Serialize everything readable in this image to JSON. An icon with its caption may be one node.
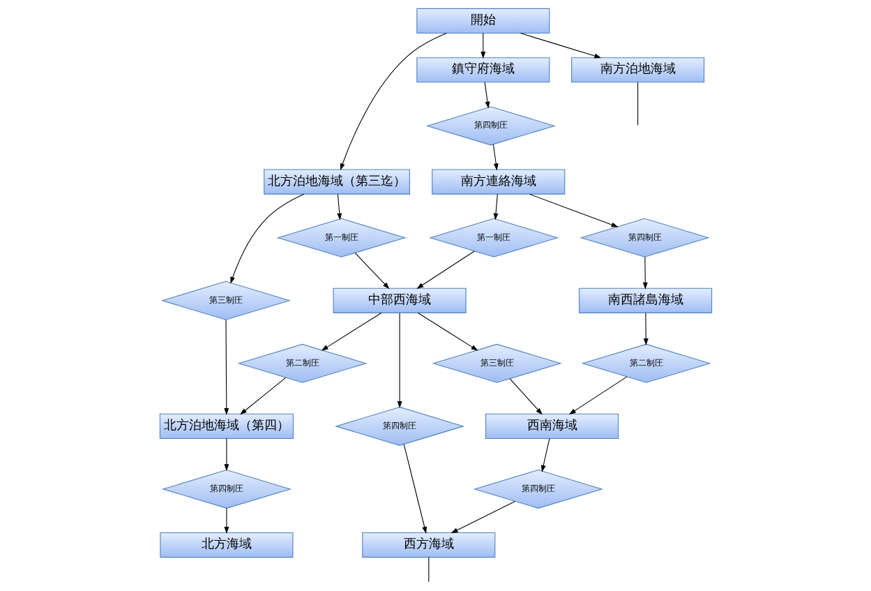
{
  "diagram": {
    "nodes": [
      {
        "text": [
          "開始"
        ]
      },
      {
        "text": [
          "北方泊地海域（第三迄）"
        ]
      },
      {
        "text": [
          "鎮守府海域"
        ]
      },
      {
        "text": [
          "南方泊地海域"
        ]
      },
      {
        "text": [
          "第三制圧"
        ]
      },
      {
        "text": [
          "第一制圧"
        ]
      },
      {
        "text": [
          "第四制圧"
        ]
      },
      {
        "text": [
          "南方連絡海域"
        ]
      },
      {
        "text": [
          "第一制圧"
        ]
      },
      {
        "text": [
          "第四制圧"
        ]
      },
      {
        "text": [
          "中部西海域"
        ]
      },
      {
        "text": [
          "南西諸島海域"
        ]
      },
      {
        "text": [
          "第二制圧"
        ]
      },
      {
        "text": [
          "第三制圧"
        ]
      },
      {
        "text": [
          "第二制圧"
        ]
      },
      {
        "text": [
          "北方泊地海域（第四）"
        ]
      },
      {
        "text": [
          "西南海域"
        ]
      },
      {
        "text": [
          "第四制圧"
        ]
      },
      {
        "text": [
          "第四制圧"
        ]
      },
      {
        "text": [
          "第四制圧"
        ]
      },
      {
        "text": [
          "北方海域"
        ]
      },
      {
        "text": [
          "西方海域"
        ]
      }
    ],
    "edges": [
      {
        "from": 0,
        "to": 1,
        "arrow": "to"
      },
      {
        "from": 0,
        "to": 2,
        "arrow": "to"
      },
      {
        "from": 0,
        "to": 3,
        "arrow": "to"
      },
      {
        "from": 1,
        "to": 4,
        "arrow": "to"
      },
      {
        "from": 1,
        "to": 5,
        "arrow": "to"
      },
      {
        "from": 2,
        "to": 6,
        "arrow": "to"
      },
      {
        "from": 6,
        "to": 7,
        "arrow": "to"
      },
      {
        "from": 7,
        "to": 8,
        "arrow": "to"
      },
      {
        "from": 7,
        "to": 9,
        "arrow": "to"
      },
      {
        "from": 5,
        "to": 10,
        "arrow": "to"
      },
      {
        "from": 8,
        "to": 10,
        "arrow": "to"
      },
      {
        "from": 9,
        "to": 11,
        "arrow": "to"
      },
      {
        "from": 10,
        "to": 12,
        "arrow": "to"
      },
      {
        "from": 10,
        "to": 13,
        "arrow": "to"
      },
      {
        "from": 10,
        "to": 18,
        "arrow": "to"
      },
      {
        "from": 11,
        "to": 14,
        "arrow": "to"
      },
      {
        "from": 4,
        "to": 15,
        "arrow": "to"
      },
      {
        "from": 12,
        "to": 15,
        "arrow": "to"
      },
      {
        "from": 13,
        "to": 16,
        "arrow": "to"
      },
      {
        "from": 14,
        "to": 16,
        "arrow": "to"
      },
      {
        "from": 15,
        "to": 17,
        "arrow": "to"
      },
      {
        "from": 16,
        "to": 19,
        "arrow": "to"
      },
      {
        "from": 17,
        "to": 20,
        "arrow": "to"
      },
      {
        "from": 18,
        "to": 21,
        "arrow": "to"
      },
      {
        "from": 19,
        "to": 21,
        "arrow": "to"
      },
      {
        "from": 3,
        "to": null,
        "arrow": "none"
      },
      {
        "from": 21,
        "to": null,
        "arrow": "none"
      }
    ]
  }
}
